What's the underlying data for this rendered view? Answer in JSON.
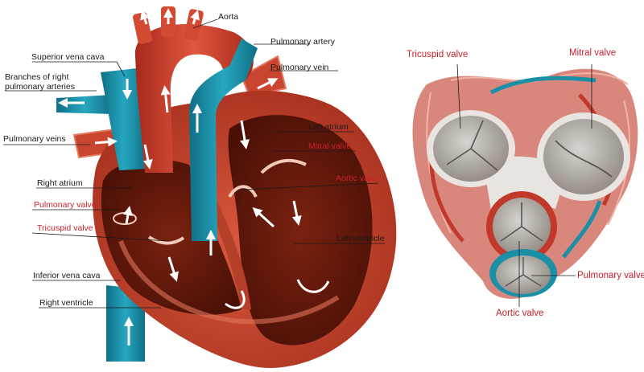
{
  "colors": {
    "heart_outer": "#c9452f",
    "heart_dark": "#5e1608",
    "vessel_red": "#c0392b",
    "vessel_blue": "#1b8fa6",
    "valve_gray": "#b9b3ad",
    "label_black": "#1a1a1a",
    "label_red": "#c8232c"
  },
  "heart_labels": {
    "aorta": "Aorta",
    "pulmonary_artery": "Pulmonary artery",
    "superior_vena_cava": "Superior vena cava",
    "pulmonary_vein": "Pulmonary vein",
    "branches_line1": "Branches of right",
    "branches_line2": "pulmonary arteries",
    "pulmonary_veins": "Pulmonary veins",
    "left_atrium": "Left atrium",
    "mitral_valve": "Mitral valve",
    "right_atrium": "Right atrium",
    "aortic_valve": "Aortic valve",
    "pulmonary_valve": "Pulmonary valve",
    "tricuspid_valve": "Tricuspid valve",
    "left_ventricle": "Left ventricle",
    "inferior_vena_cava": "Inferior vena cava",
    "right_ventricle": "Right ventricle"
  },
  "valve_labels": {
    "tricuspid_valve": "Tricuspid valve",
    "mitral_valve": "Mitral valve",
    "pulmonary_valve": "Pulmonary valve",
    "aortic_valve": "Aortic valve"
  }
}
